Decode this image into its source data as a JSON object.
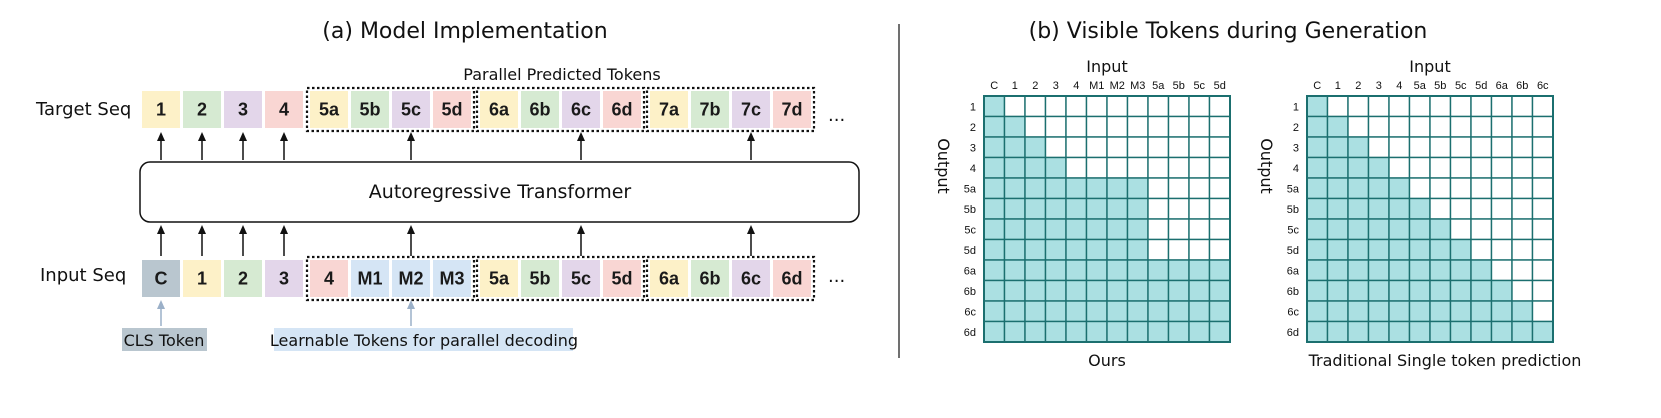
{
  "panel_a": {
    "title": "(a) Model Implementation",
    "target_label": "Target Seq",
    "input_label": "Input Seq",
    "parallel_label": "Parallel Predicted Tokens",
    "transformer_label": "Autoregressive Transformer",
    "ellipsis": "...",
    "target_tokens": [
      {
        "text": "1",
        "color": "#fdf1c8"
      },
      {
        "text": "2",
        "color": "#d6ead2"
      },
      {
        "text": "3",
        "color": "#e3d6ea"
      },
      {
        "text": "4",
        "color": "#f9d6d3"
      },
      {
        "text": "5a",
        "color": "#fdf1c8"
      },
      {
        "text": "5b",
        "color": "#d6ead2"
      },
      {
        "text": "5c",
        "color": "#e3d6ea"
      },
      {
        "text": "5d",
        "color": "#f9d6d3"
      },
      {
        "text": "6a",
        "color": "#fdf1c8"
      },
      {
        "text": "6b",
        "color": "#d6ead2"
      },
      {
        "text": "6c",
        "color": "#e3d6ea"
      },
      {
        "text": "6d",
        "color": "#f9d6d3"
      },
      {
        "text": "7a",
        "color": "#fdf1c8"
      },
      {
        "text": "7b",
        "color": "#d6ead2"
      },
      {
        "text": "7c",
        "color": "#e3d6ea"
      },
      {
        "text": "7d",
        "color": "#f9d6d3"
      }
    ],
    "input_tokens": [
      {
        "text": "C",
        "color": "#b9c6cf"
      },
      {
        "text": "1",
        "color": "#fdf1c8"
      },
      {
        "text": "2",
        "color": "#d6ead2"
      },
      {
        "text": "3",
        "color": "#e3d6ea"
      },
      {
        "text": "4",
        "color": "#f9d6d3"
      },
      {
        "text": "M1",
        "color": "#d5e5f5"
      },
      {
        "text": "M2",
        "color": "#d5e5f5"
      },
      {
        "text": "M3",
        "color": "#d5e5f5"
      },
      {
        "text": "5a",
        "color": "#fdf1c8"
      },
      {
        "text": "5b",
        "color": "#d6ead2"
      },
      {
        "text": "5c",
        "color": "#e3d6ea"
      },
      {
        "text": "5d",
        "color": "#f9d6d3"
      },
      {
        "text": "6a",
        "color": "#fdf1c8"
      },
      {
        "text": "6b",
        "color": "#d6ead2"
      },
      {
        "text": "6c",
        "color": "#e3d6ea"
      },
      {
        "text": "6d",
        "color": "#f9d6d3"
      }
    ],
    "cls_caption": "CLS Token",
    "cls_caption_color": "#b9c6cf",
    "learnable_caption": "Learnable Tokens for parallel decoding",
    "learnable_caption_color": "#d5e5f5",
    "arrow_color": "#9bb0c8"
  },
  "panel_b": {
    "title": "(b) Visible Tokens during Generation",
    "fill_color": "#abe0e2",
    "grid_color": "#1b6f6f",
    "grids": [
      {
        "input_label": "Input",
        "output_label": "Output",
        "caption": "Ours",
        "cols": [
          "C",
          "1",
          "2",
          "3",
          "4",
          "M1",
          "M2",
          "M3",
          "5a",
          "5b",
          "5c",
          "5d"
        ],
        "rows": [
          "1",
          "2",
          "3",
          "4",
          "5a",
          "5b",
          "5c",
          "5d",
          "6a",
          "6b",
          "6c",
          "6d"
        ],
        "visible_counts": [
          1,
          2,
          3,
          4,
          8,
          8,
          8,
          8,
          12,
          12,
          12,
          12
        ]
      },
      {
        "input_label": "Input",
        "output_label": "Output",
        "caption": "Traditional Single token prediction",
        "cols": [
          "C",
          "1",
          "2",
          "3",
          "4",
          "5a",
          "5b",
          "5c",
          "5d",
          "6a",
          "6b",
          "6c"
        ],
        "rows": [
          "1",
          "2",
          "3",
          "4",
          "5a",
          "5b",
          "5c",
          "5d",
          "6a",
          "6b",
          "6c",
          "6d"
        ],
        "visible_counts": [
          1,
          2,
          3,
          4,
          5,
          6,
          7,
          8,
          9,
          10,
          11,
          12
        ]
      }
    ]
  }
}
